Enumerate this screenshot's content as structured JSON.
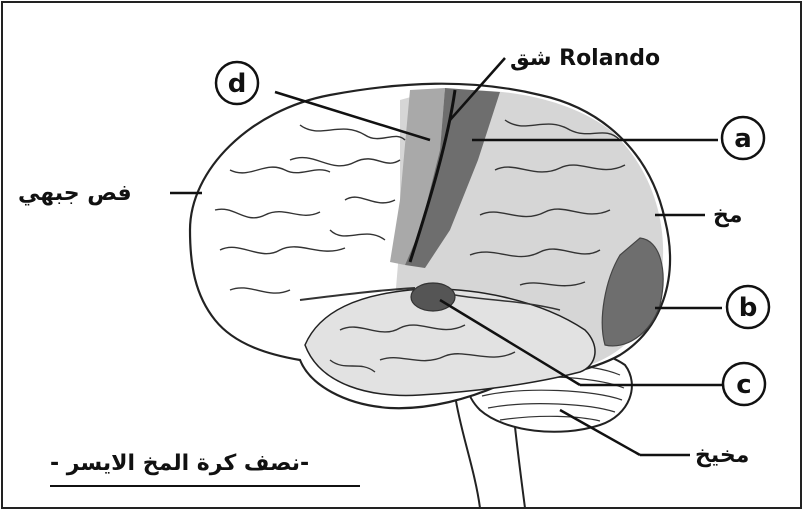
{
  "sulcus_label": "شق Rolando",
  "lobe_label": "فص جبهي",
  "brain_label": "مخ",
  "cerebellum_label": "مخيخ",
  "caption": "- نصف كرة المخ الايسر-",
  "markers": {
    "a": "a",
    "b": "b",
    "c": "c",
    "d": "d"
  }
}
